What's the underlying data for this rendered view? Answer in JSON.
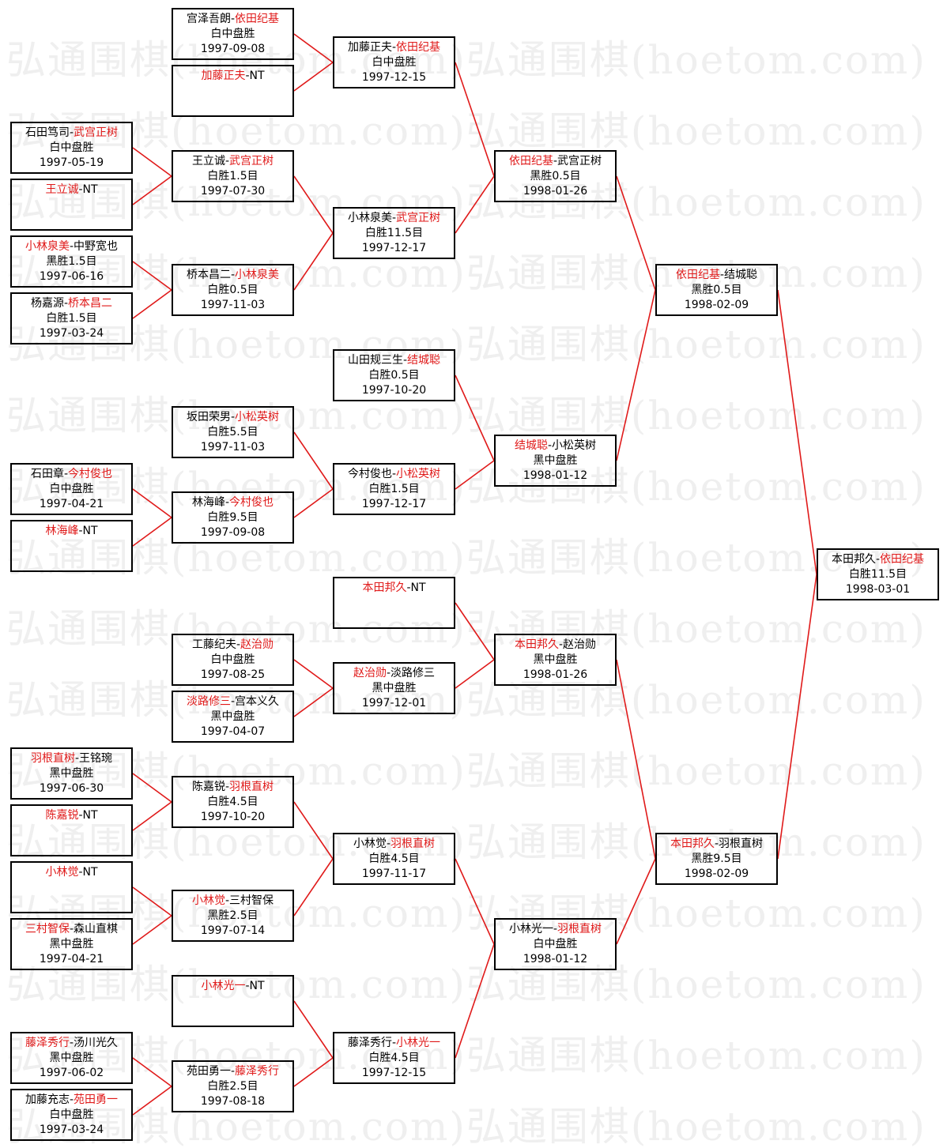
{
  "watermark": "弘通围棋(hoetom.com)弘通围棋(hoetom.com)",
  "line_color": "#e01a1a",
  "winner_color": "#e01a1a",
  "matches": [
    {
      "id": "a1",
      "p1": "宫泽吾朗",
      "p2": "依田纪基",
      "w": 2,
      "res": "白中盘胜",
      "date": "1997-09-08"
    },
    {
      "id": "a2",
      "p1": "加藤正夫",
      "p2": "NT",
      "w": 1,
      "res": "",
      "date": ""
    },
    {
      "id": "b1",
      "p1": "石田笃司",
      "p2": "武宫正树",
      "w": 2,
      "res": "白中盘胜",
      "date": "1997-05-19"
    },
    {
      "id": "b2",
      "p1": "王立诚",
      "p2": "NT",
      "w": 1,
      "res": "",
      "date": ""
    },
    {
      "id": "b3",
      "p1": "小林泉美",
      "p2": "中野宽也",
      "w": 1,
      "res": "黑胜1.5目",
      "date": "1997-06-16"
    },
    {
      "id": "b4",
      "p1": "杨嘉源",
      "p2": "桥本昌二",
      "w": 2,
      "res": "白胜1.5目",
      "date": "1997-03-24"
    },
    {
      "id": "c1",
      "p1": "坂田荣男",
      "p2": "小松英树",
      "w": 2,
      "res": "白胜5.5目",
      "date": "1997-11-03"
    },
    {
      "id": "c2",
      "p1": "石田章",
      "p2": "今村俊也",
      "w": 2,
      "res": "白中盘胜",
      "date": "1997-04-21"
    },
    {
      "id": "c3",
      "p1": "林海峰",
      "p2": "NT",
      "w": 1,
      "res": "",
      "date": ""
    },
    {
      "id": "d1",
      "p1": "本田邦久",
      "p2": "NT",
      "w": 1,
      "res": "",
      "date": ""
    },
    {
      "id": "d2",
      "p1": "工藤纪夫",
      "p2": "赵治勋",
      "w": 2,
      "res": "白中盘胜",
      "date": "1997-08-25"
    },
    {
      "id": "d3",
      "p1": "淡路修三",
      "p2": "宫本义久",
      "w": 1,
      "res": "黑中盘胜",
      "date": "1997-04-07"
    },
    {
      "id": "e1",
      "p1": "羽根直树",
      "p2": "王铭琬",
      "w": 1,
      "res": "黑中盘胜",
      "date": "1997-06-30"
    },
    {
      "id": "e2",
      "p1": "陈嘉锐",
      "p2": "NT",
      "w": 1,
      "res": "",
      "date": ""
    },
    {
      "id": "e3",
      "p1": "小林觉",
      "p2": "NT",
      "w": 1,
      "res": "",
      "date": ""
    },
    {
      "id": "e4",
      "p1": "三村智保",
      "p2": "森山直棋",
      "w": 1,
      "res": "黑中盘胜",
      "date": "1997-04-21"
    },
    {
      "id": "f1",
      "p1": "小林光一",
      "p2": "NT",
      "w": 1,
      "res": "",
      "date": ""
    },
    {
      "id": "f2",
      "p1": "藤泽秀行",
      "p2": "汤川光久",
      "w": 1,
      "res": "黑中盘胜",
      "date": "1997-06-02"
    },
    {
      "id": "f3",
      "p1": "加藤充志",
      "p2": "苑田勇一",
      "w": 2,
      "res": "白中盘胜",
      "date": "1997-03-24"
    },
    {
      "id": "g1",
      "p1": "王立诚",
      "p2": "武宫正树",
      "w": 2,
      "res": "白胜1.5目",
      "date": "1997-07-30"
    },
    {
      "id": "g2",
      "p1": "桥本昌二",
      "p2": "小林泉美",
      "w": 2,
      "res": "白胜0.5目",
      "date": "1997-11-03"
    },
    {
      "id": "g3",
      "p1": "林海峰",
      "p2": "今村俊也",
      "w": 2,
      "res": "白胜9.5目",
      "date": "1997-09-08"
    },
    {
      "id": "g4",
      "p1": "淡路修三",
      "p2": "宫本义久",
      "w": 1,
      "res": "黑中盘胜",
      "date": "1997-04-07",
      "skip": true
    },
    {
      "id": "g5",
      "p1": "陈嘉锐",
      "p2": "羽根直树",
      "w": 2,
      "res": "白胜4.5目",
      "date": "1997-10-20"
    },
    {
      "id": "g6",
      "p1": "小林觉",
      "p2": "三村智保",
      "w": 1,
      "res": "黑胜2.5目",
      "date": "1997-07-14"
    },
    {
      "id": "g7",
      "p1": "苑田勇一",
      "p2": "藤泽秀行",
      "w": 2,
      "res": "白胜2.5目",
      "date": "1997-08-18"
    },
    {
      "id": "h1",
      "p1": "加藤正夫",
      "p2": "依田纪基",
      "w": 2,
      "res": "白中盘胜",
      "date": "1997-12-15"
    },
    {
      "id": "h2",
      "p1": "小林泉美",
      "p2": "武宫正树",
      "w": 2,
      "res": "白胜11.5目",
      "date": "1997-12-17"
    },
    {
      "id": "h3",
      "p1": "山田规三生",
      "p2": "结城聪",
      "w": 2,
      "res": "白胜0.5目",
      "date": "1997-10-20"
    },
    {
      "id": "h4",
      "p1": "今村俊也",
      "p2": "小松英树",
      "w": 2,
      "res": "白胜1.5目",
      "date": "1997-12-17"
    },
    {
      "id": "h5",
      "p1": "赵治勋",
      "p2": "淡路修三",
      "w": 1,
      "res": "黑中盘胜",
      "date": "1997-12-01"
    },
    {
      "id": "h6",
      "p1": "小林觉",
      "p2": "羽根直树",
      "w": 2,
      "res": "白胜4.5目",
      "date": "1997-11-17"
    },
    {
      "id": "h7",
      "p1": "藤泽秀行",
      "p2": "小林光一",
      "w": 2,
      "res": "白胜4.5目",
      "date": "1997-12-15"
    },
    {
      "id": "i1",
      "p1": "依田纪基",
      "p2": "武宫正树",
      "w": 1,
      "res": "黑胜0.5目",
      "date": "1998-01-26"
    },
    {
      "id": "i2",
      "p1": "结城聪",
      "p2": "小松英树",
      "w": 1,
      "res": "黑中盘胜",
      "date": "1998-01-12"
    },
    {
      "id": "i3",
      "p1": "本田邦久",
      "p2": "赵治勋",
      "w": 1,
      "res": "黑中盘胜",
      "date": "1998-01-26"
    },
    {
      "id": "i4",
      "p1": "小林光一",
      "p2": "羽根直树",
      "w": 2,
      "res": "白中盘胜",
      "date": "1998-01-12"
    },
    {
      "id": "j1",
      "p1": "依田纪基",
      "p2": "结城聪",
      "w": 1,
      "res": "黑胜0.5目",
      "date": "1998-02-09"
    },
    {
      "id": "j2",
      "p1": "本田邦久",
      "p2": "羽根直树",
      "w": 1,
      "res": "黑胜9.5目",
      "date": "1998-02-09"
    },
    {
      "id": "k1",
      "p1": "本田邦久",
      "p2": "依田纪基",
      "w": 2,
      "res": "白胜11.5目",
      "date": "1998-03-01"
    }
  ]
}
